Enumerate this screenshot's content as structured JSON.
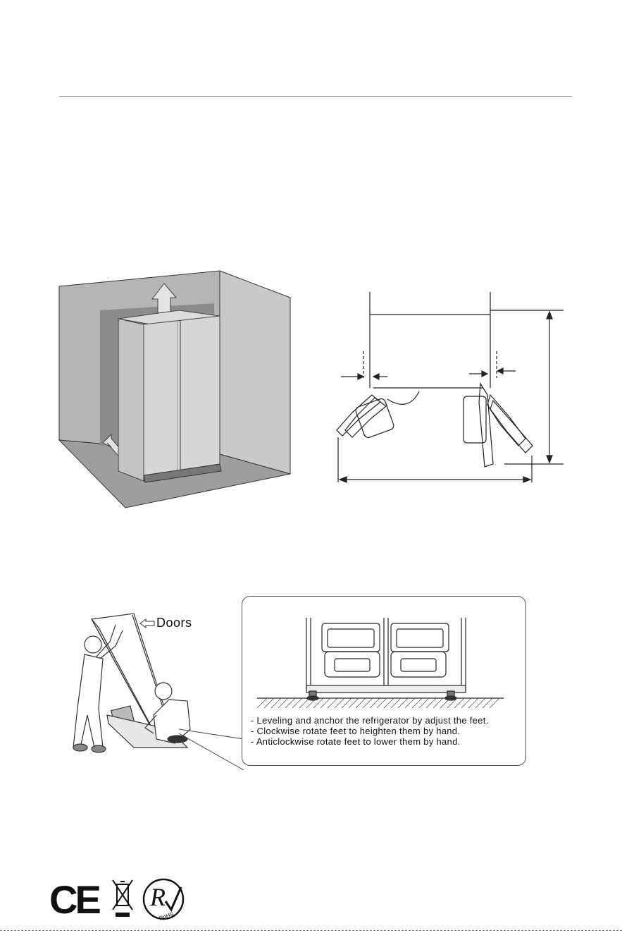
{
  "labels": {
    "doors": "Doors"
  },
  "instructions": [
    "- Leveling and anchor the refrigerator by adjust the feet.",
    "- Clockwise rotate feet to heighten them by hand.",
    "- Anticlockwise rotate feet to lower them by hand."
  ],
  "marks": {
    "ce": "CE",
    "rohs": "RoHS"
  },
  "icons": [
    "arrow-up-icon",
    "arrow-left-icon",
    "weee-bin-icon",
    "rohs-icon",
    "ce-mark-icon"
  ]
}
